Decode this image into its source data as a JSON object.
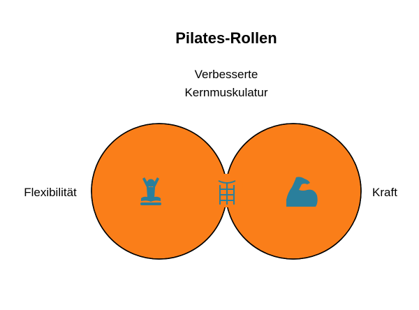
{
  "title": "Pilates-Rollen",
  "sets": [
    {
      "label": "Flexibilität",
      "icon": "yoga-person-icon"
    },
    {
      "label": "Kraft",
      "icon": "flexed-biceps-icon"
    }
  ],
  "intersection": {
    "label_lines": [
      "Verbesserte",
      "Kernmuskulatur"
    ],
    "icon": "abdominal-muscles-icon"
  },
  "colors": {
    "circle_fill": "#fa7e19",
    "intersection_fill": "#2a7f9c",
    "icon_color": "#2a7f9c",
    "intersection_icon_color": "#fa7e19",
    "outline": "#000000",
    "text": "#000000"
  }
}
